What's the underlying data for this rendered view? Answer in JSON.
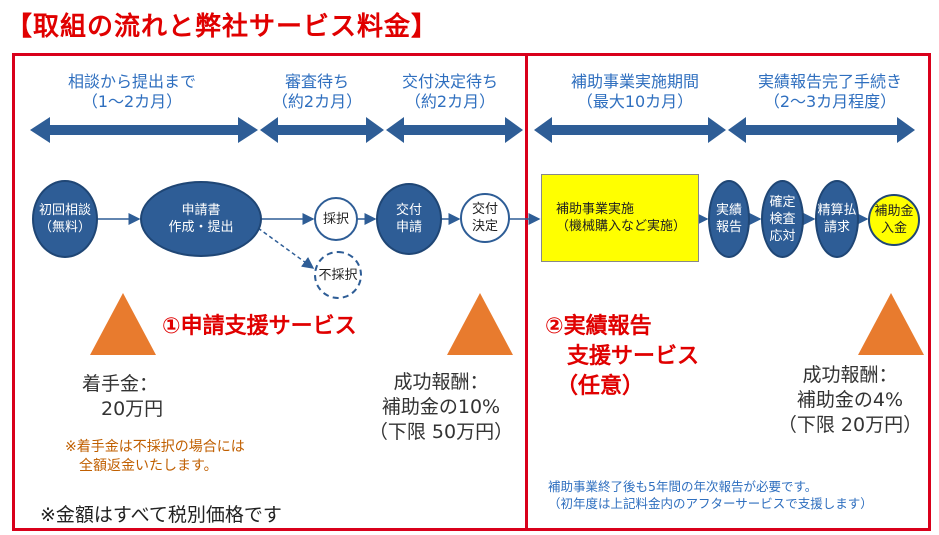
{
  "title": "【取組の流れと弊社サービス料金】",
  "phases": [
    {
      "label": "相談から提出まで",
      "sub": "（1～2カ月）"
    },
    {
      "label": "審査待ち",
      "sub": "（約2カ月）"
    },
    {
      "label": "交付決定待ち",
      "sub": "（約2カ月）"
    },
    {
      "label": "補助事業実施期間",
      "sub": "（最大10カ月）"
    },
    {
      "label": "実績報告完了手続き",
      "sub": "（2～3カ月程度）"
    }
  ],
  "nodes": {
    "first_consult": "初回相談\n（無料）",
    "application": "申請書\n作成・提出",
    "adopted": "採択",
    "not_adopted": "不採択",
    "grant_application": "交付\n申請",
    "grant_decision": "交付\n決定",
    "project_impl": "補助事業実施\n（機械購入など実施）",
    "result_report": "実績\n報告",
    "inspection": "確定\n検査\n応対",
    "settlement": "精算払\n請求",
    "subsidy_received": "補助金\n入金"
  },
  "services": {
    "application_support": "①申請支援サービス",
    "report_support": "②実績報告\n　支援サービス\n　（任意）"
  },
  "fees": {
    "retainer": "着手金：\n　20万円",
    "retainer_note": "※着手金は不採択の場合には\n　全額返金いたします。",
    "success_app": "成功報酬：\n補助金の10%\n（下限 50万円）",
    "success_report": "成功報酬：\n補助金の4%\n（下限 20万円）"
  },
  "notes": {
    "annual_report": "補助事業終了後も5年間の年次報告が必要です。\n（初年度は上記料金内のアフターサービスで支援します）",
    "tax": "※金額はすべて税別価格です"
  },
  "colors": {
    "accent_red": "#d9001b",
    "arrow_blue": "#2e5d96",
    "phase_text": "#2f6fbf",
    "triangle_orange": "#e87b2e",
    "highlight_yellow": "#ffff00"
  }
}
